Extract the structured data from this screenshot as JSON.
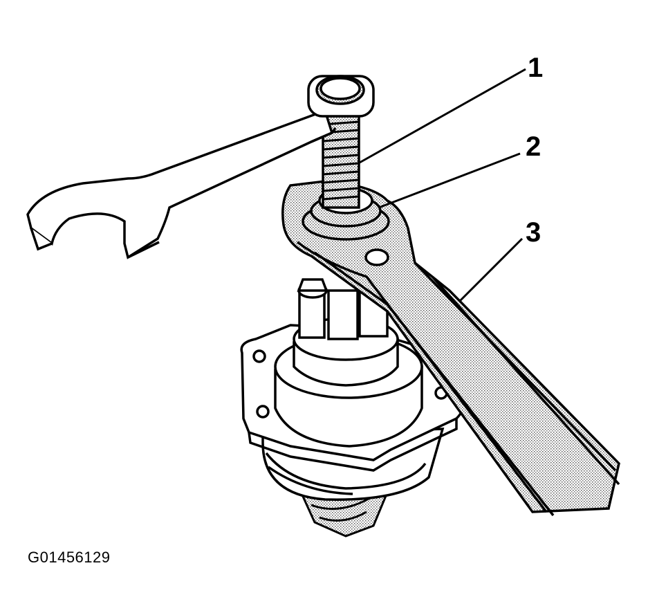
{
  "callouts": [
    {
      "label": "1",
      "part": "threaded-bolt"
    },
    {
      "label": "2",
      "part": "flange-nut"
    },
    {
      "label": "3",
      "part": "holding-wrench"
    }
  ],
  "figure_id": "G01456129",
  "colors": {
    "ink": "#000000",
    "paper": "#ffffff",
    "shade": "#d8d8d8"
  }
}
